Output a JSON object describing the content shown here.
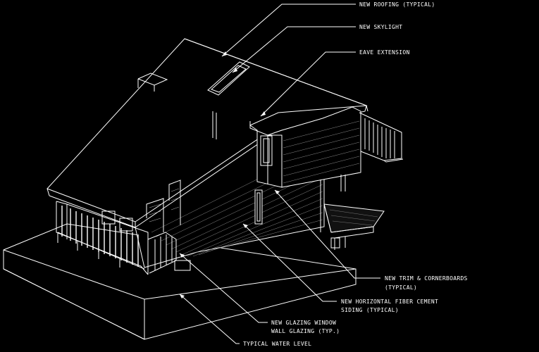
{
  "labels": {
    "roofing": "NEW ROOFING (TYPICAL)",
    "skylight": "NEW SKYLIGHT",
    "eave": "EAVE EXTENSION",
    "trim_1": "NEW TRIM & CORNERBOARDS",
    "trim_2": "(TYPICAL)",
    "siding_1": "NEW HORIZONTAL FIBER CEMENT",
    "siding_2": "SIDING (TYPICAL)",
    "glazing_1": "NEW GLAZING WINDOW",
    "glazing_2": "WALL GLAZING (TYP.)",
    "water": "TYPICAL WATER LEVEL"
  },
  "colors": {
    "background": "#000000",
    "linework": "#ffffff"
  }
}
